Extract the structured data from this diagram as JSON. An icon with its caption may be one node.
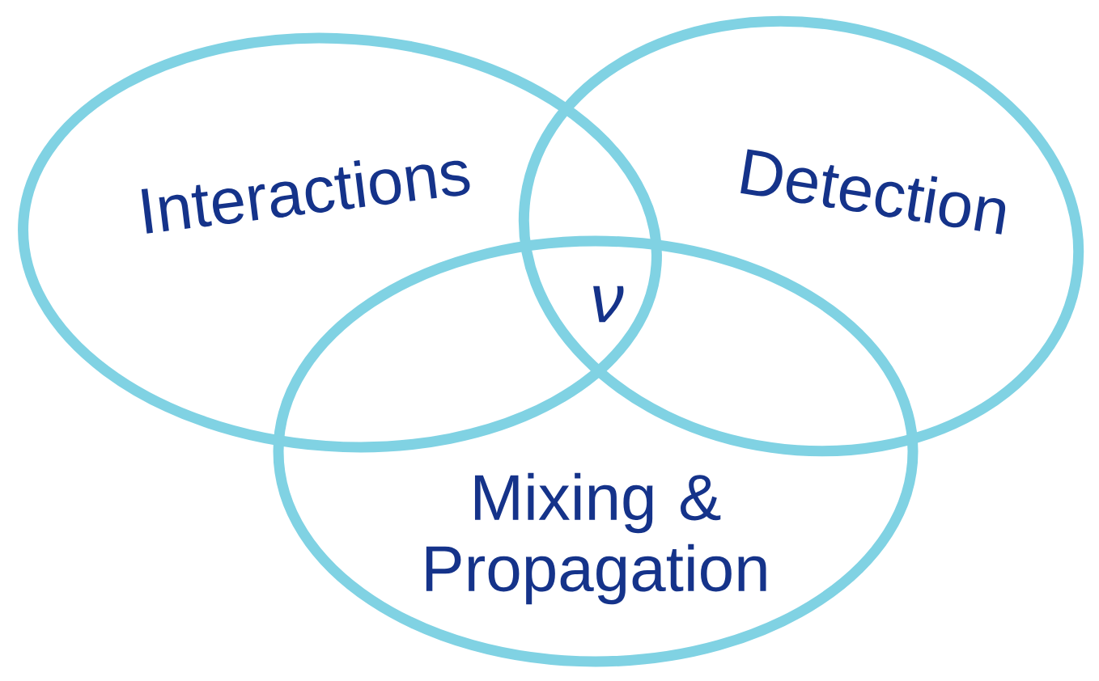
{
  "diagram": {
    "nodes": [
      {
        "text": [
          "Interactions"
        ]
      },
      {
        "text": [
          "Detection"
        ]
      },
      {
        "text": [
          "Mixing & Propagation"
        ]
      }
    ],
    "labels": [
      "ν"
    ]
  }
}
